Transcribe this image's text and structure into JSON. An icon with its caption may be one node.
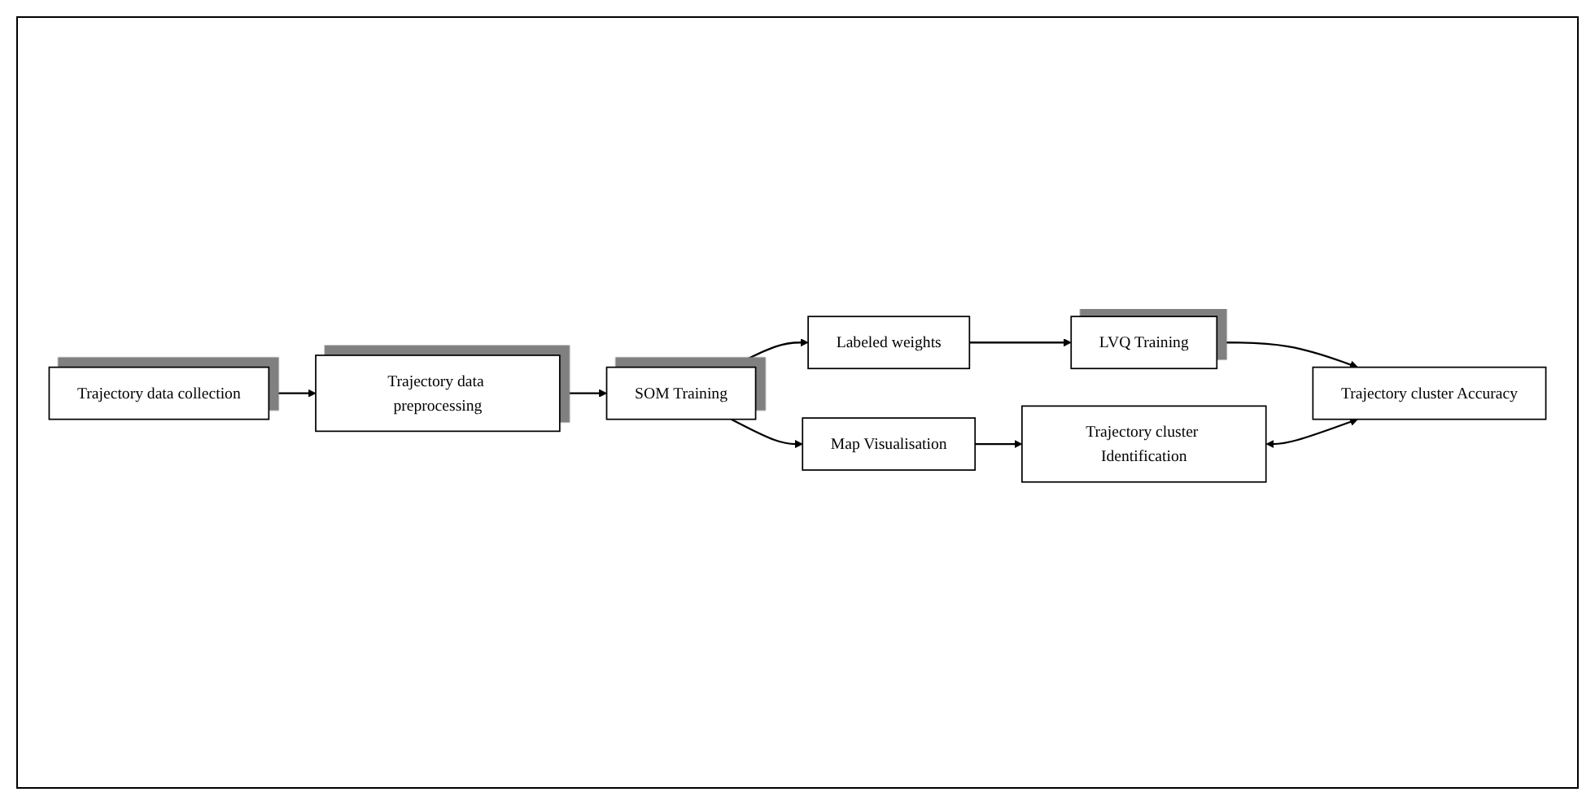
{
  "diagram": {
    "nodes": [
      {
        "text": [
          "Trajectory data collection"
        ]
      },
      {
        "text": [
          "Trajectory data preprocessing"
        ]
      },
      {
        "text": [
          "SOM Training"
        ]
      },
      {
        "text": [
          "Map Visualisation"
        ]
      },
      {
        "text": [
          "Labeled weights"
        ]
      },
      {
        "text": [
          "Trajectory cluster Identification"
        ]
      },
      {
        "text": [
          "LVQ Training"
        ]
      },
      {
        "text": [
          "Trajectory cluster Accuracy"
        ]
      }
    ],
    "edges": [
      {
        "from": 0,
        "to": 1,
        "arrow": "to"
      },
      {
        "from": 1,
        "to": 2,
        "arrow": "to"
      },
      {
        "from": 2,
        "to": 3,
        "arrow": "to"
      },
      {
        "from": 2,
        "to": 4,
        "arrow": "to"
      },
      {
        "from": 3,
        "to": 5,
        "arrow": "to"
      },
      {
        "from": 4,
        "to": 6,
        "arrow": "to"
      },
      {
        "from": 6,
        "to": 7,
        "arrow": "to"
      },
      {
        "from": 5,
        "to": 7,
        "arrow": "both"
      }
    ]
  }
}
